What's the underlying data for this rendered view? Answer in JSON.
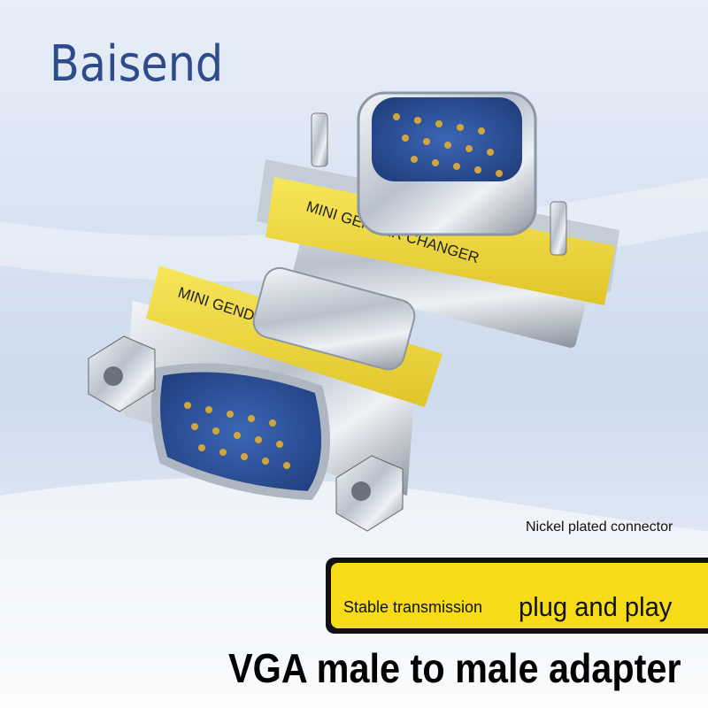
{
  "brand": {
    "name": "Baisend",
    "color": "#2f4b8c"
  },
  "product": {
    "label_text": "MINI GENDER CHANGER",
    "label_color": "#f2df3a",
    "shell_color": "#d7dde6",
    "pin_block_color": "#2a4f9a",
    "pin_color": "#d2a63b"
  },
  "callouts": {
    "nickel": "Nickel plated connector",
    "stable": "Stable transmission",
    "plug": "plug and play",
    "banner_color": "#f6dc17"
  },
  "headline": "VGA male to male adapter"
}
